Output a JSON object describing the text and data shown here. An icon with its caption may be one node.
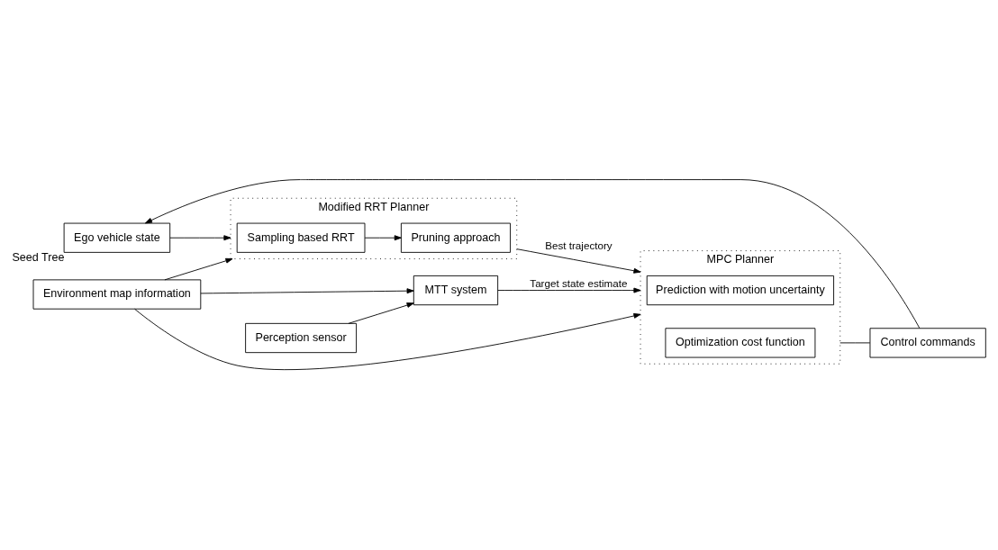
{
  "diagram": {
    "nodes": [
      {
        "text": [
          "Ego vehicle state"
        ],
        "beside": [
          "Seed Tree"
        ]
      },
      {
        "text": [
          "Modified RRT Planner"
        ]
      },
      {
        "text": [
          "Sampling based RRT"
        ],
        "in": 1
      },
      {
        "text": [
          "Pruning approach"
        ],
        "in": 1
      },
      {
        "text": [
          "MPC Planner"
        ]
      },
      {
        "text": [
          "Prediction with motion uncertainty"
        ],
        "in": 4
      },
      {
        "text": [
          "Optimization cost function"
        ],
        "in": 4
      },
      {
        "text": [
          "Environment map information"
        ]
      },
      {
        "text": [
          "Perception sensor"
        ]
      },
      {
        "text": [
          "MTT system"
        ]
      },
      {
        "text": [
          "Control commands"
        ]
      }
    ],
    "edges": [
      {
        "from": 0,
        "to": 1,
        "arrow": "to"
      },
      {
        "from": 2,
        "to": 3,
        "arrow": "to"
      },
      {
        "from": 1,
        "to": 4,
        "arrow": "to",
        "label": "Best trajectory"
      },
      {
        "from": 7,
        "to": 1,
        "arrow": "to"
      },
      {
        "from": 7,
        "to": 4,
        "arrow": "to"
      },
      {
        "from": 7,
        "to": 9,
        "arrow": "to"
      },
      {
        "from": 8,
        "to": 9,
        "arrow": "to"
      },
      {
        "from": 9,
        "to": 4,
        "arrow": "to",
        "label": "Target state estimate"
      },
      {
        "from": 4,
        "to": 10,
        "arrow": "none"
      },
      {
        "from": 10,
        "to": 0,
        "arrow": "to"
      }
    ]
  }
}
